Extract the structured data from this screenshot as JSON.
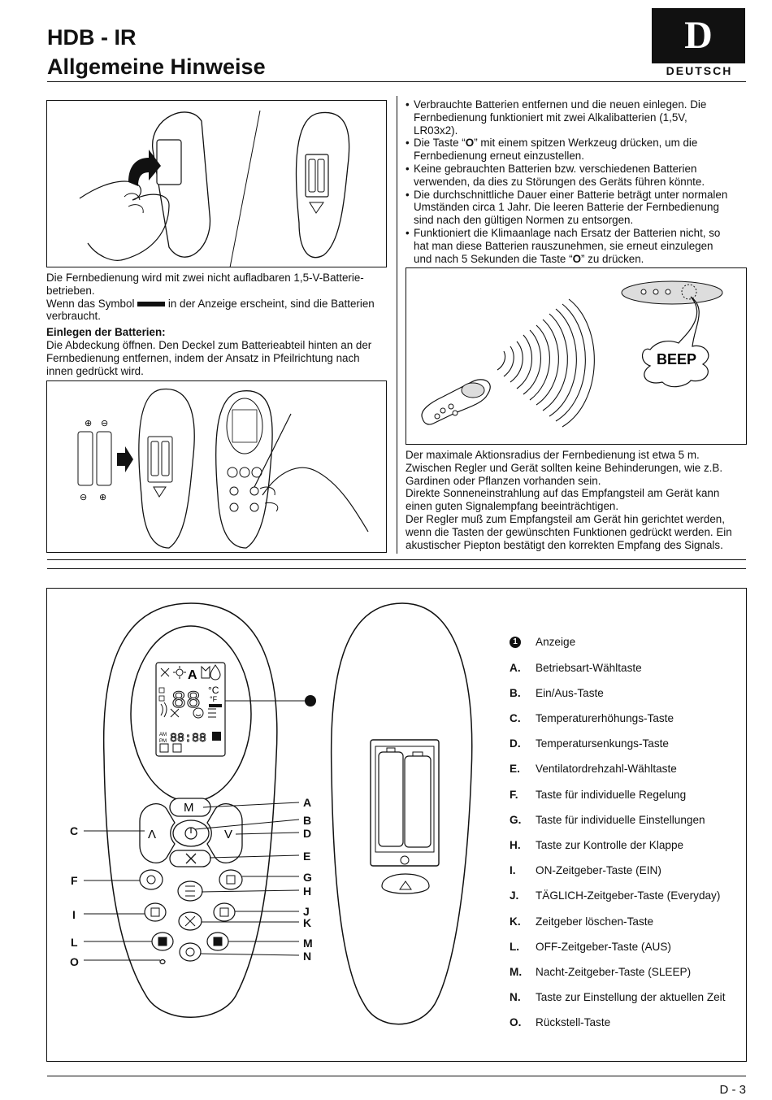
{
  "header": {
    "title": "HDB - IR",
    "subtitle": "Allgemeine Hinweise",
    "language_letter": "D",
    "language_label": "DEUTSCH"
  },
  "left_column": {
    "intro": [
      "Die Fernbedienung wird mit zwei nicht aufladbaren 1,5-V-Batterie-",
      "betrieben."
    ],
    "symbol_text_before": "Wenn das Symbol",
    "symbol_text_after": "in der Anzeige erscheint, sind die Batterien",
    "symbol_text_end": "verbraucht.",
    "insert_heading": "Einlegen der Batterien:",
    "insert_text": [
      "Die Abdeckung öffnen. Den Deckel zum Batterieabteil hinten an der",
      "Fernbedienung entfernen, indem der Ansatz in Pfeilrichtung nach",
      "innen gedrückt wird."
    ]
  },
  "right_column": {
    "bullets": [
      [
        "Verbrauchte Batterien entfernen und die neuen einlegen. Die",
        "Fernbedienung funktioniert mit zwei Alkalibatterien (1,5V,",
        "LR03x2)."
      ],
      [
        "Die Taste “O” mit einem spitzen Werkzeug drücken, um die",
        "Fernbedienung erneut einzustellen."
      ],
      [
        "Keine gebrauchten Batterien bzw. verschiedenen Batterien",
        "verwenden, da dies zu Störungen des Geräts führen könnte."
      ],
      [
        "Die durchschnittliche Dauer einer Batterie beträgt unter normalen",
        "Umständen circa 1 Jahr. Die leeren Batterie der Fernbedienung",
        "sind nach den gültigen Normen zu entsorgen."
      ],
      [
        "Funktioniert die Klimaanlage nach Ersatz der Batterien nicht, so",
        "hat man diese Batterien rauszunehmen, sie erneut einzulegen",
        "und nach 5 Sekunden die Taste “O” zu drücken."
      ]
    ],
    "beep_label": "BEEP",
    "range_text": [
      "Der maximale Aktionsradius der Fernbedienung ist etwa 5 m.",
      "Zwischen Regler und Gerät sollten keine Behinderungen, wie z.B.",
      "Gardinen oder Pflanzen vorhanden sein.",
      "Direkte Sonneneinstrahlung auf das Empfangsteil am Gerät kann",
      "einen guten Signalempfang beeinträchtigen.",
      "Der Regler muß zum Empfangsteil am Gerät hin gerichtet werden,",
      "wenn die Tasten der gewünschten Funktionen gedrückt werden. Ein",
      "akustischer Piepton bestätigt den korrekten Empfang des Signals."
    ]
  },
  "battery_signs": {
    "plus": "⊕",
    "minus": "⊖"
  },
  "remote": {
    "display_digits": "88",
    "display_time": "88:88",
    "unit_c": "°C",
    "unit_f": "°F",
    "am": "AM",
    "pm": "PM",
    "button_m": "M",
    "button_up": "Λ",
    "button_down": "V"
  },
  "callouts_left": [
    "C",
    "F",
    "I",
    "L",
    "O"
  ],
  "callouts_right": [
    "A",
    "B",
    "D",
    "E",
    "G",
    "H",
    "J",
    "K",
    "M",
    "N"
  ],
  "legend": [
    {
      "key": "1",
      "text": "Anzeige"
    },
    {
      "key": "A.",
      "text": "Betriebsart-Wähltaste"
    },
    {
      "key": "B.",
      "text": "Ein/Aus-Taste"
    },
    {
      "key": "C.",
      "text": "Temperaturerhöhungs-Taste"
    },
    {
      "key": "D.",
      "text": "Temperatursenkungs-Taste"
    },
    {
      "key": "E.",
      "text": "Ventilatordrehzahl-Wähltaste"
    },
    {
      "key": "F.",
      "text": "Taste für individuelle Regelung"
    },
    {
      "key": "G.",
      "text": "Taste für individuelle Einstellungen"
    },
    {
      "key": "H.",
      "text": "Taste zur Kontrolle der Klappe"
    },
    {
      "key": "I.",
      "text": "ON-Zeitgeber-Taste (EIN)"
    },
    {
      "key": "J.",
      "text": "TÄGLICH-Zeitgeber-Taste (Everyday)"
    },
    {
      "key": "K.",
      "text": "Zeitgeber löschen-Taste"
    },
    {
      "key": "L.",
      "text": "OFF-Zeitgeber-Taste (AUS)"
    },
    {
      "key": "M.",
      "text": "Nacht-Zeitgeber-Taste (SLEEP)"
    },
    {
      "key": "N.",
      "text": "Taste zur Einstellung der aktuellen Zeit"
    },
    {
      "key": "O.",
      "text": "Rückstell-Taste"
    }
  ],
  "footer": {
    "page": "D - 3"
  }
}
